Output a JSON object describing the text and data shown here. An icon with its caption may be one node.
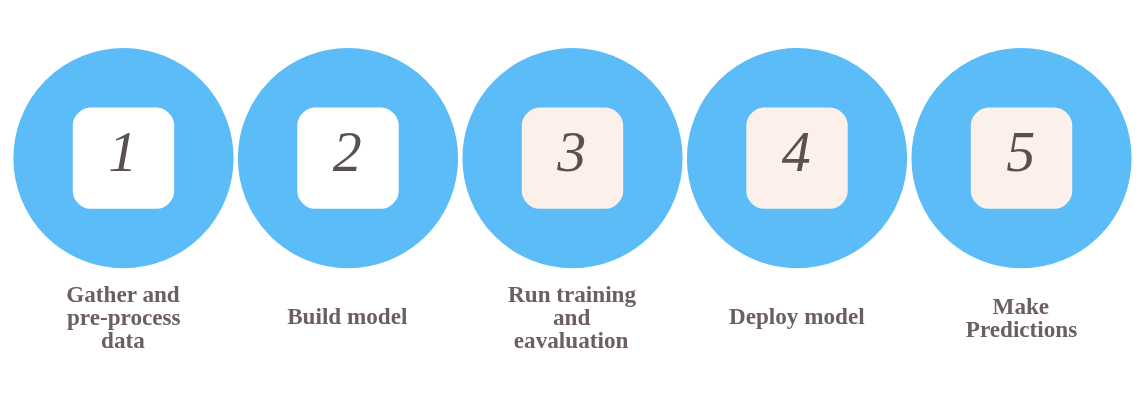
{
  "diagram": {
    "nodes": [
      {
        "text": [
          "1"
        ],
        "beside": [
          "Gather and pre-process data"
        ]
      },
      {
        "text": [
          "2"
        ],
        "beside": [
          "Build model"
        ]
      },
      {
        "text": [
          "3"
        ],
        "beside": [
          "Run training and eavaluation"
        ]
      },
      {
        "text": [
          "4"
        ],
        "beside": [
          "Deploy model"
        ]
      },
      {
        "text": [
          "5"
        ],
        "beside": [
          "Make Predictions"
        ]
      }
    ],
    "edges": []
  }
}
